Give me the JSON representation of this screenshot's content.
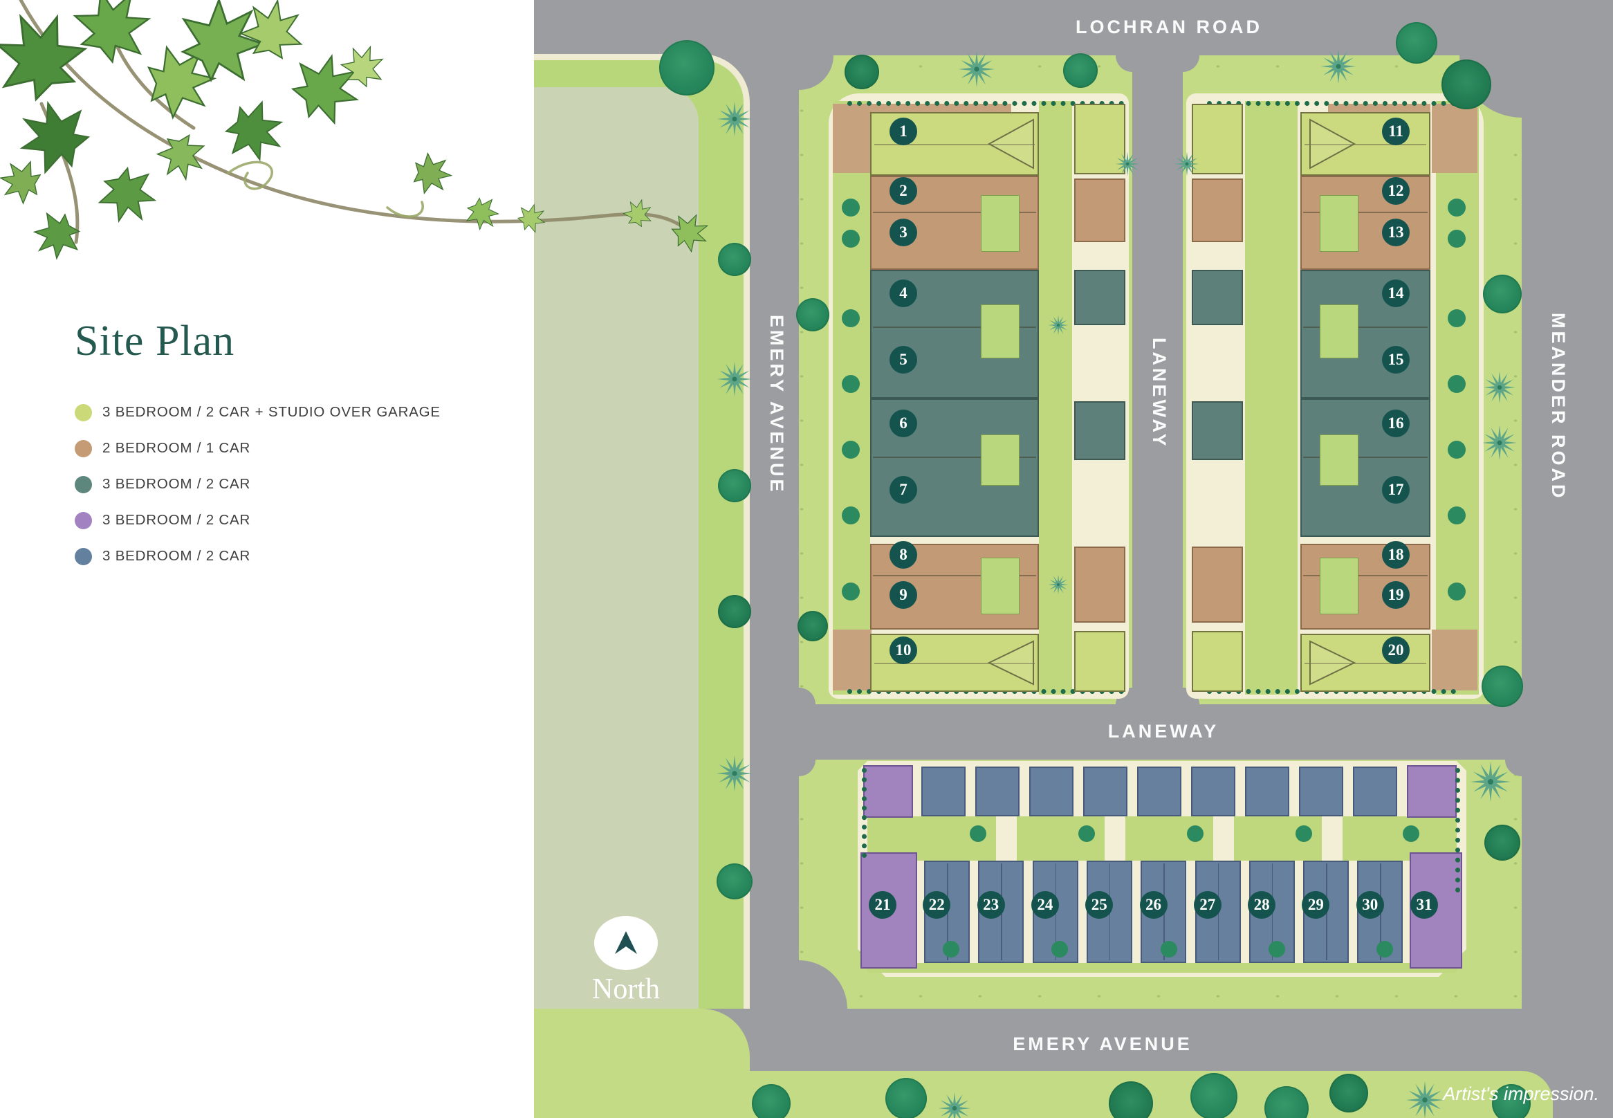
{
  "panel": {
    "title": "Site Plan",
    "legend": [
      {
        "label": "3 BEDROOM / 2 CAR + STUDIO OVER GARAGE",
        "color": "#ccd978",
        "type": "studio"
      },
      {
        "label": "2 BEDROOM / 1 CAR",
        "color": "#c49b74",
        "type": "tan"
      },
      {
        "label": "3 BEDROOM / 2 CAR",
        "color": "#5d867d",
        "type": "teal"
      },
      {
        "label": "3 BEDROOM / 2 CAR",
        "color": "#a282c0",
        "type": "purple"
      },
      {
        "label": "3 BEDROOM / 2 CAR",
        "color": "#64809f",
        "type": "slate"
      }
    ]
  },
  "map": {
    "roads": {
      "lochran": "LOCHRAN ROAD",
      "emery_vertical": "EMERY AVENUE",
      "laneway_vertical": "LANEWAY",
      "meander": "MEANDER ROAD",
      "laneway_horizontal": "LANEWAY",
      "emery_horizontal": "EMERY AVENUE"
    },
    "north_label": "North",
    "artist_note": "Artist's impression.",
    "colors": {
      "title_accent": "#24594f",
      "number_badge": "#15534e",
      "road": "#9b9da0",
      "grass": "#c3db85",
      "park_inner": "#cbd3b5",
      "sidewalk": "#f3efd6"
    },
    "lot_types": {
      "studio": {
        "fill": "#cbda7e",
        "edge": "#73743f"
      },
      "tan": {
        "fill": "#c29b76",
        "edge": "#8a6a4b"
      },
      "teal": {
        "fill": "#5d817a",
        "edge": "#3c5a53"
      },
      "purple": {
        "fill": "#a183bd",
        "edge": "#6f5494"
      },
      "slate": {
        "fill": "#67809e",
        "edge": "#475a7c"
      }
    },
    "blocks": {
      "upper_left": {
        "rows": [
          {
            "lots": [
              "1"
            ],
            "type": "studio"
          },
          {
            "lots": [
              "2",
              "3"
            ],
            "type": "tan"
          },
          {
            "lots": [
              "4",
              "5"
            ],
            "type": "teal"
          },
          {
            "lots": [
              "6",
              "7"
            ],
            "type": "teal"
          },
          {
            "lots": [
              "8",
              "9"
            ],
            "type": "tan"
          },
          {
            "lots": [
              "10"
            ],
            "type": "studio"
          }
        ]
      },
      "upper_right": {
        "rows": [
          {
            "lots": [
              "11"
            ],
            "type": "studio"
          },
          {
            "lots": [
              "12",
              "13"
            ],
            "type": "tan"
          },
          {
            "lots": [
              "14",
              "15"
            ],
            "type": "teal"
          },
          {
            "lots": [
              "16",
              "17"
            ],
            "type": "teal"
          },
          {
            "lots": [
              "18",
              "19"
            ],
            "type": "tan"
          },
          {
            "lots": [
              "20"
            ],
            "type": "studio"
          }
        ]
      },
      "lower": {
        "lots": [
          {
            "n": "21",
            "type": "purple"
          },
          {
            "n": "22",
            "type": "slate"
          },
          {
            "n": "23",
            "type": "slate"
          },
          {
            "n": "24",
            "type": "slate"
          },
          {
            "n": "25",
            "type": "slate"
          },
          {
            "n": "26",
            "type": "slate"
          },
          {
            "n": "27",
            "type": "slate"
          },
          {
            "n": "28",
            "type": "slate"
          },
          {
            "n": "29",
            "type": "slate"
          },
          {
            "n": "30",
            "type": "slate"
          },
          {
            "n": "31",
            "type": "purple"
          }
        ]
      }
    }
  }
}
